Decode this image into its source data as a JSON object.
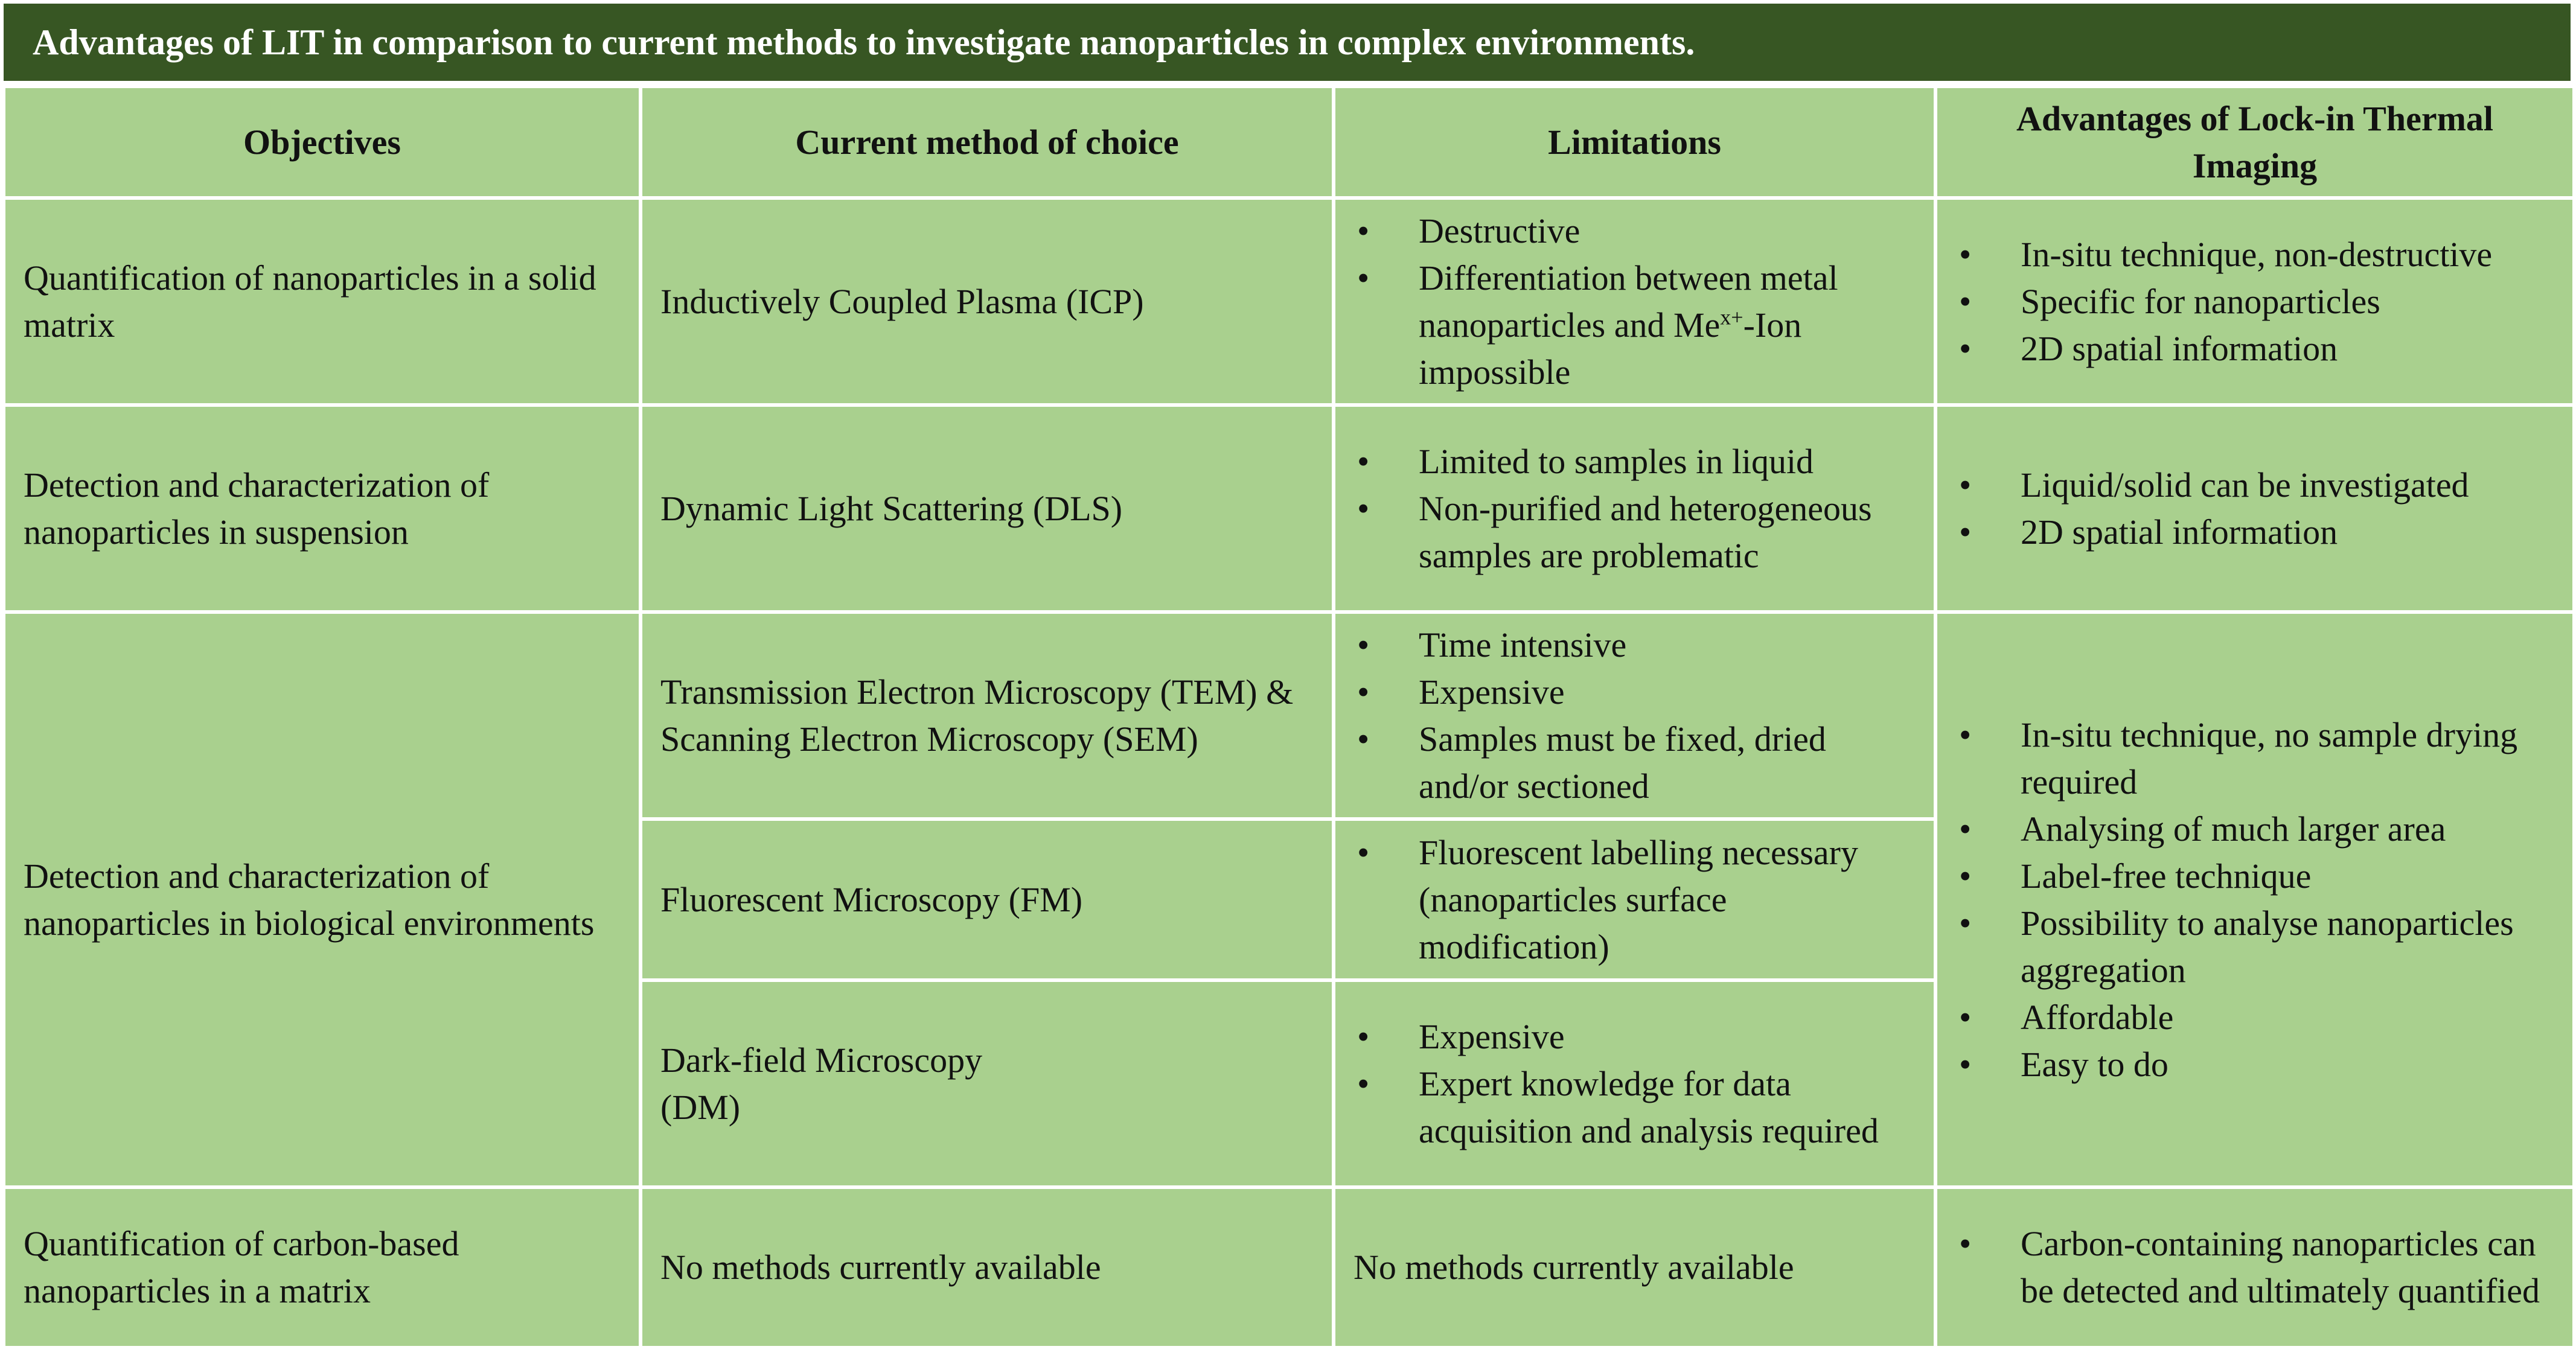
{
  "title": "Advantages of LIT in comparison to current methods to investigate nanoparticles in complex environments.",
  "headers": {
    "objectives": "Objectives",
    "current_method": "Current method of choice",
    "limitations": "Limitations",
    "advantages": "Advantages of Lock-in Thermal Imaging"
  },
  "rows": [
    {
      "objective": "Quantification of nanoparticles in a solid matrix",
      "method": "Inductively Coupled Plasma (ICP)",
      "limitations": [
        "Destructive",
        "Differentiation between metal nanoparticles and Me",
        "-Ion impossible"
      ],
      "limitation_superscript": "x+",
      "advantages": [
        "In-situ technique, non-destructive",
        "Specific for nanoparticles",
        "2D spatial information"
      ]
    },
    {
      "objective": "Detection and characterization of nanoparticles in suspension",
      "method": "Dynamic Light Scattering (DLS)",
      "limitations": [
        "Limited to samples in liquid",
        "Non-purified and heterogeneous samples are problematic"
      ],
      "advantages": [
        "Liquid/solid can be investigated",
        "2D spatial information"
      ]
    },
    {
      "objective": "Detection and characterization of nanoparticles in biological environments",
      "methods": [
        {
          "method": "Transmission Electron Microscopy (TEM) & Scanning Electron Microscopy (SEM)",
          "limitations": [
            "Time intensive",
            "Expensive",
            "Samples must be fixed, dried and/or sectioned"
          ]
        },
        {
          "method": "Fluorescent Microscopy (FM)",
          "limitations": [
            "Fluorescent labelling necessary (nanoparticles surface modification)"
          ]
        },
        {
          "method_line1": "Dark-field Microscopy",
          "method_line2": "(DM)",
          "limitations": [
            "Expensive",
            "Expert knowledge for data acquisition and analysis required"
          ]
        }
      ],
      "advantages": [
        "In-situ technique, no sample drying required",
        "Analysing of much larger area",
        "Label-free technique",
        "Possibility to analyse nanoparticles aggregation",
        "Affordable",
        "Easy to do"
      ]
    },
    {
      "objective": "Quantification of carbon-based nanoparticles in a matrix",
      "method": "No methods currently available",
      "limitation_text": "No methods currently available",
      "advantages": [
        "Carbon-containing nanoparticles can be detected and ultimately quantified"
      ]
    }
  ],
  "colors": {
    "title_background": "#375623",
    "title_text": "#ffffff",
    "cell_background": "#a9d08e",
    "grid_lines": "#ffffff"
  }
}
